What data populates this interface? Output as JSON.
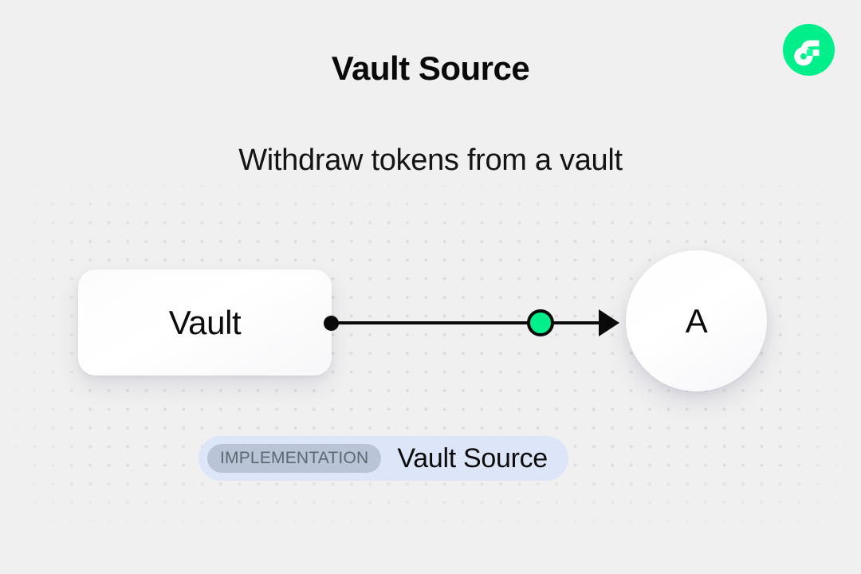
{
  "header": {
    "title": "Vault Source",
    "subtitle": "Withdraw tokens from a vault",
    "logo_icon": "flow-logo-icon",
    "logo_color": "#00ef8b"
  },
  "diagram": {
    "source_node": {
      "label": "Vault",
      "shape": "rounded-rectangle"
    },
    "target_node": {
      "label": "A",
      "shape": "circle"
    },
    "edge": {
      "source_handle_icon": "edge-source-dot",
      "marker_icon": "edge-marker-dot",
      "marker_color": "#00ef8b",
      "arrow_icon": "arrowhead-icon",
      "line_color": "#0a0a0a"
    }
  },
  "footer": {
    "badge_label": "IMPLEMENTATION",
    "badge_value": "Vault Source",
    "badge_bg": "#dde6f8",
    "chip_bg": "#b9c5d6"
  },
  "background": {
    "color": "#f0f0f0",
    "dot_color": "#dcdcdc"
  }
}
